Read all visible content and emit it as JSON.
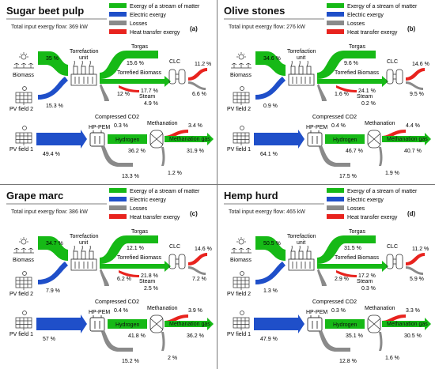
{
  "legend": {
    "matter": "Exergy of a stream of matter",
    "electric": "Electric exergy",
    "losses": "Losses",
    "heat": "Heat transfer exergy"
  },
  "colors": {
    "matter": "#16b916",
    "electric": "#1f4fc9",
    "losses": "#8a8a8a",
    "heat": "#e8231e"
  },
  "panels": [
    {
      "title": "Sugar beet pulp",
      "tag": "(a)",
      "input_label": "Total input exergy flow:",
      "input_value": "369 kW",
      "labels": {
        "biomass": "Biomass",
        "pv2": "PV field 2",
        "pv1": "PV field 1",
        "torrefaction": "Torrefaction",
        "unit": "unit",
        "torgas": "Torgas",
        "torrefied": "Torrefied Biomass",
        "clc": "CLC",
        "steam": "Steam",
        "co2": "Compressed CO2",
        "hppem": "HP-PEM",
        "methanation": "Methanation",
        "hydrogen": "Hydrogen",
        "methgas": "Methanation gas"
      },
      "values": {
        "biomass_pct": "35 %",
        "pv2_pct": "15.3 %",
        "torgas_pct": "15.6 %",
        "torrefied_pct": "17.7 %",
        "loss_torr_pct": "12 %",
        "steam_pct": "4.9 %",
        "clc_heat_pct": "11.2 %",
        "clc_loss_pct": "6.6 %",
        "co2_pct": "0.3 %",
        "pv1_pct": "49.4 %",
        "hydrogen_pct": "36.2 %",
        "pem_loss_pct": "13.3 %",
        "meth_heat_pct": "3.4 %",
        "methgas_pct": "31.9 %",
        "meth_loss_pct": "1.2 %"
      }
    },
    {
      "title": "Olive stones",
      "tag": "(b)",
      "input_label": "Total input exergy flow:",
      "input_value": "276 kW",
      "labels": {
        "biomass": "Biomass",
        "pv2": "PV field 2",
        "pv1": "PV field 1",
        "torrefaction": "Torrefaction",
        "unit": "unit",
        "torgas": "Torgas",
        "torrefied": "Torrefied Biomass",
        "clc": "CLC",
        "steam": "Steam",
        "co2": "Compressed CO2",
        "hppem": "HP-PEM",
        "methanation": "Methanation",
        "hydrogen": "Hydrogen",
        "methgas": "Methanation gas"
      },
      "values": {
        "biomass_pct": "34.6 %",
        "pv2_pct": "0.9 %",
        "torgas_pct": "9.6 %",
        "torrefied_pct": "24.1 %",
        "loss_torr_pct": "1.6 %",
        "steam_pct": "0.2 %",
        "clc_heat_pct": "14.6 %",
        "clc_loss_pct": "9.5 %",
        "co2_pct": "0.4 %",
        "pv1_pct": "64.1 %",
        "hydrogen_pct": "46.7 %",
        "pem_loss_pct": "17.5 %",
        "meth_heat_pct": "4.4 %",
        "methgas_pct": "40.7 %",
        "meth_loss_pct": "1.9 %"
      }
    },
    {
      "title": "Grape marc",
      "tag": "(c)",
      "input_label": "Total input exergy flow:",
      "input_value": "386 kW",
      "labels": {
        "biomass": "Biomass",
        "pv2": "PV field 2",
        "pv1": "PV field 1",
        "torrefaction": "Torrefaction",
        "unit": "unit",
        "torgas": "Torgas",
        "torrefied": "Torrefied Biomass",
        "clc": "CLC",
        "steam": "Steam",
        "co2": "Compressed CO2",
        "hppem": "HP-PEM",
        "methanation": "Methanation",
        "hydrogen": "Hydrogen",
        "methgas": "Methanation gas"
      },
      "values": {
        "biomass_pct": "34.7 %",
        "pv2_pct": "7.9 %",
        "torgas_pct": "12.1 %",
        "torrefied_pct": "21.8 %",
        "loss_torr_pct": "6.2 %",
        "steam_pct": "2.5 %",
        "clc_heat_pct": "14.6 %",
        "clc_loss_pct": "7.2 %",
        "co2_pct": "0.4 %",
        "pv1_pct": "57 %",
        "hydrogen_pct": "41.8 %",
        "pem_loss_pct": "15.2 %",
        "meth_heat_pct": "3.9 %",
        "methgas_pct": "36.2 %",
        "meth_loss_pct": "2 %"
      }
    },
    {
      "title": "Hemp hurd",
      "tag": "(d)",
      "input_label": "Total input exergy flow:",
      "input_value": "465 kW",
      "labels": {
        "biomass": "Biomass",
        "pv2": "PV field 2",
        "pv1": "PV field 1",
        "torrefaction": "Torrefaction",
        "unit": "unit",
        "torgas": "Torgas",
        "torrefied": "Torrefied Biomass",
        "clc": "CLC",
        "steam": "Steam",
        "co2": "Compressed CO2",
        "hppem": "HP-PEM",
        "methanation": "Methanation",
        "hydrogen": "Hydrogen",
        "methgas": "Methanation gas"
      },
      "values": {
        "biomass_pct": "50.5 %",
        "pv2_pct": "1.3 %",
        "torgas_pct": "31.5 %",
        "torrefied_pct": "17.2 %",
        "loss_torr_pct": "2.9 %",
        "steam_pct": "0.3 %",
        "clc_heat_pct": "11.2 %",
        "clc_loss_pct": "5.9 %",
        "co2_pct": "0.3 %",
        "pv1_pct": "47.9 %",
        "hydrogen_pct": "35.1 %",
        "pem_loss_pct": "12.8 %",
        "meth_heat_pct": "3.3 %",
        "methgas_pct": "30.5 %",
        "meth_loss_pct": "1.6 %"
      }
    }
  ]
}
